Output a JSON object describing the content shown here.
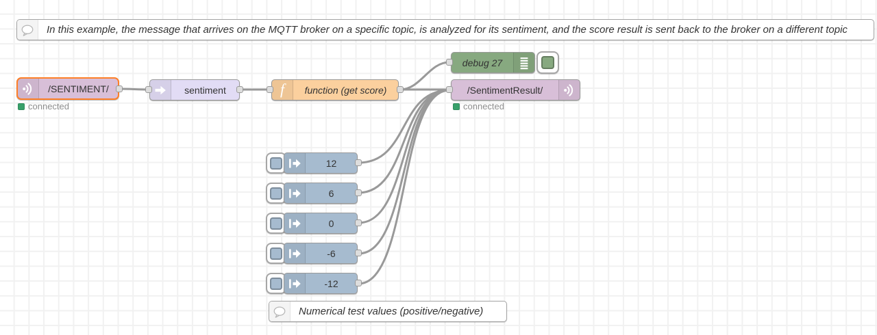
{
  "flow": {
    "comment_top": "In this example, the message that arrives on the MQTT broker on a specific topic, is analyzed for its sentiment, and the score result is sent back to the broker on a different topic",
    "comment_bottom": "Numerical test values (positive/negative)",
    "mqtt_in": {
      "label": "/SENTIMENT/",
      "status": "connected"
    },
    "sentiment": {
      "label": "sentiment"
    },
    "function": {
      "label": "function (get score)"
    },
    "debug": {
      "label": "debug 27"
    },
    "mqtt_out": {
      "label": "/SentimentResult/",
      "status": "connected"
    },
    "injects": [
      {
        "label": "12"
      },
      {
        "label": "6"
      },
      {
        "label": "0"
      },
      {
        "label": "-6"
      },
      {
        "label": "-12"
      }
    ]
  },
  "colors": {
    "mqtt_node": "#d8bfd8",
    "sentiment_node": "#e2dcf5",
    "function_node": "#fbd09e",
    "debug_node": "#87a980",
    "inject_node": "#a6bbcf",
    "selected_border": "#ff7f27",
    "wire": "#999999",
    "status_connected": "#38a06a",
    "grid_line": "#f1f1f1"
  }
}
